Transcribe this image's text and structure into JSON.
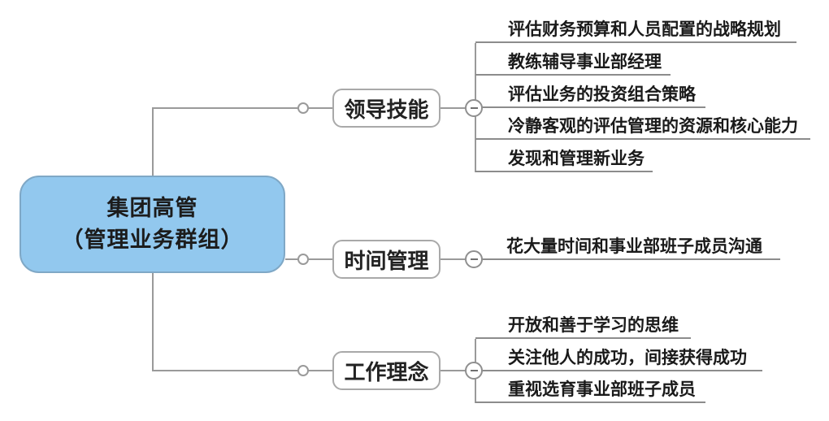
{
  "root": {
    "line1": "集团高管",
    "line2": "（管理业务群组）"
  },
  "branches": [
    {
      "label": "领导技能",
      "leaves": [
        "评估财务预算和人员配置的战略规划",
        "教练辅导事业部经理",
        "评估业务的投资组合策略",
        "冷静客观的评估管理的资源和核心能力",
        "发现和管理新业务"
      ]
    },
    {
      "label": "时间管理",
      "leaves": [
        "花大量时间和事业部班子成员沟通"
      ]
    },
    {
      "label": "工作理念",
      "leaves": [
        "开放和善于学习的思维",
        "关注他人的成功，间接获得成功",
        "重视选育事业部班子成员"
      ]
    }
  ],
  "icons": {
    "collapse": "minus-icon",
    "junction": "circle-dot-icon"
  },
  "colors": {
    "root_fill": "#92c8ee",
    "root_border": "#7fa8c6",
    "node_border": "#a9a9a9",
    "connector_line": "#9a9a9a",
    "underline": "#8c8c8c",
    "text": "#1a1a1a"
  }
}
